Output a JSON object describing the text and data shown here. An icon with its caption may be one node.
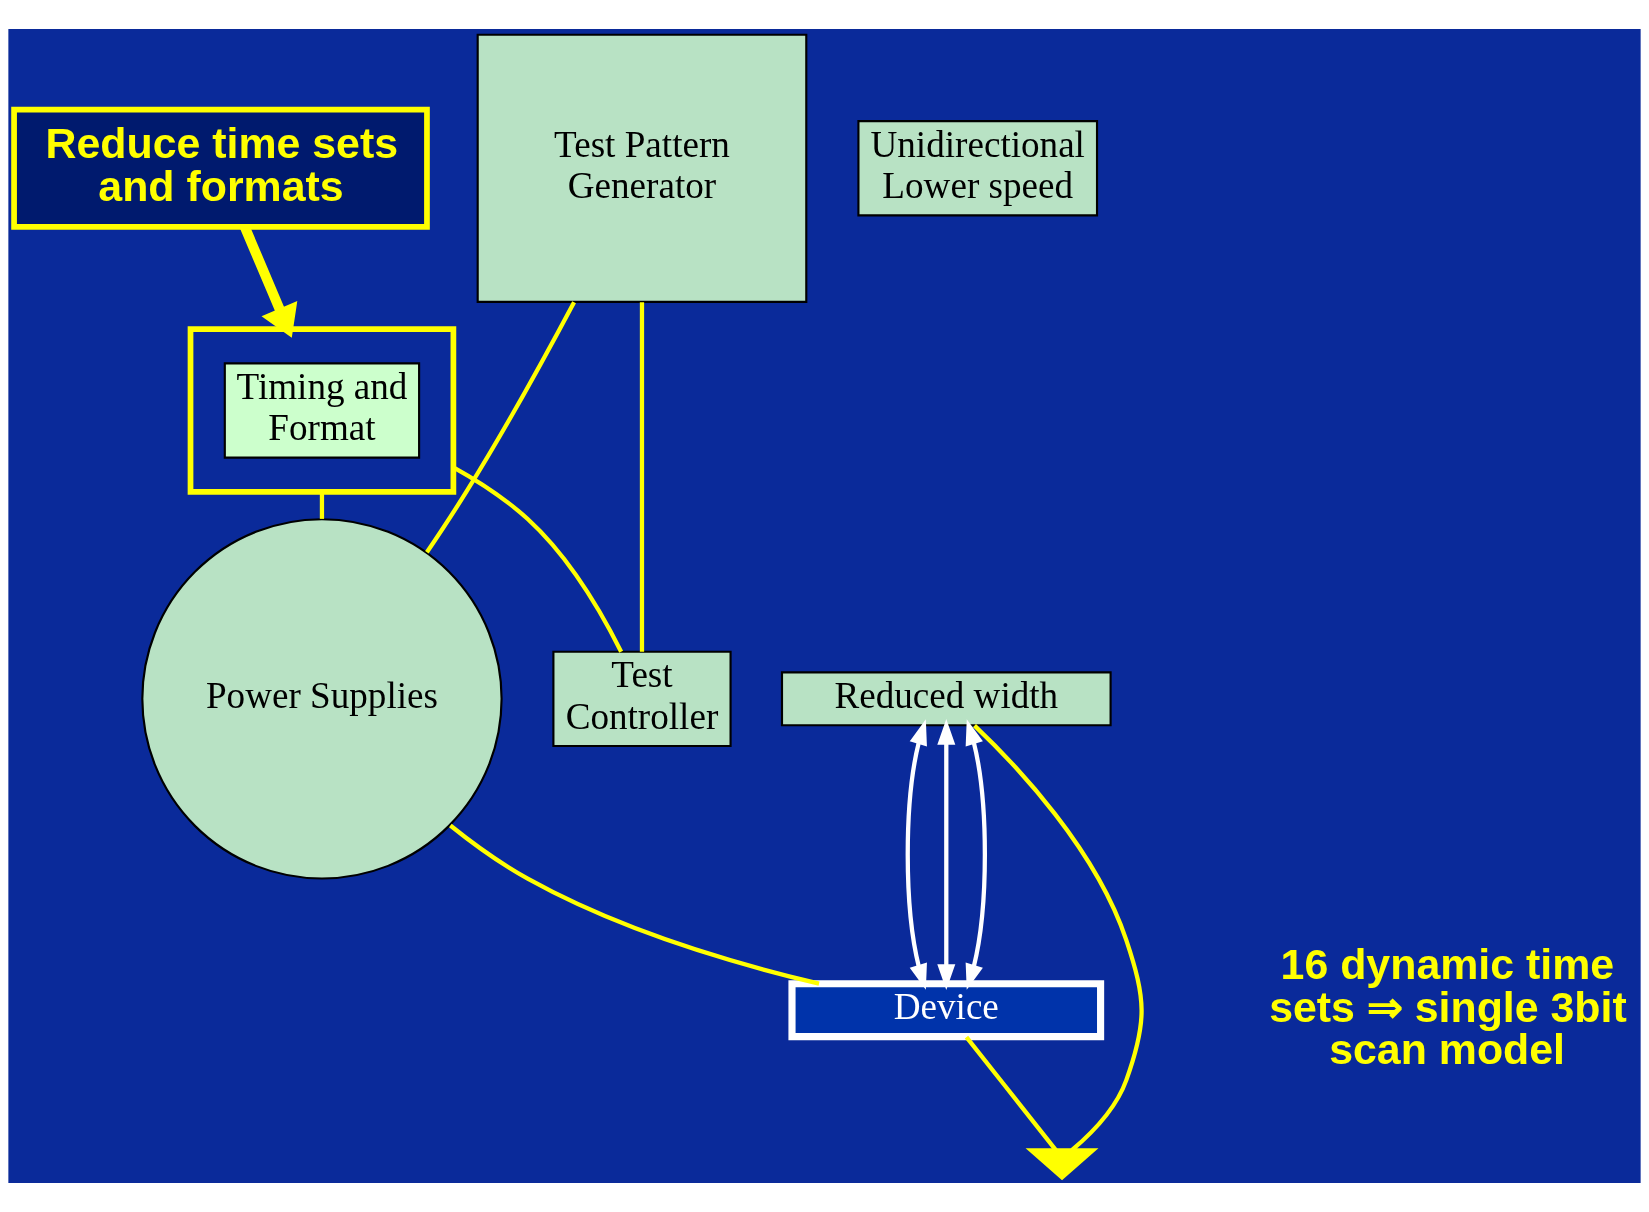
{
  "diagram": {
    "nodes": [
      {
        "text": [
          "Reduce time sets and formats"
        ]
      },
      {
        "text": [
          "Test Pattern Generator"
        ]
      },
      {
        "text": [
          "Test Controller"
        ]
      },
      {
        "text": [],
        "shape": "box"
      },
      {
        "text": [
          "Timing and Format"
        ],
        "in": 3
      },
      {
        "text": [
          "Power Supplies"
        ]
      },
      {
        "text": [
          "Unidirectional Lower speed"
        ]
      },
      {
        "text": [
          "Reduced width"
        ]
      },
      {
        "text": [
          "Device"
        ]
      },
      {
        "text": [],
        "shape": "picture"
      }
    ],
    "edges": [
      {
        "from": 0,
        "to": 3,
        "arrow": "to",
        "style": "thick"
      },
      {
        "from": 1,
        "to": 2,
        "arrow": "none"
      },
      {
        "from": 3,
        "to": 2,
        "arrow": "none"
      },
      {
        "from": 1,
        "to": 5,
        "arrow": "none"
      },
      {
        "from": 3,
        "to": 5,
        "arrow": "none"
      },
      {
        "from": 5,
        "to": 8,
        "arrow": "none"
      },
      {
        "from": 7,
        "to": 8,
        "arrow": "both",
        "color": "#ffffff"
      },
      {
        "from": 7,
        "to": 8,
        "arrow": "both",
        "color": "#ffffff"
      },
      {
        "from": 7,
        "to": 8,
        "arrow": "both",
        "color": "#ffffff"
      },
      {
        "from": 7,
        "to": 9,
        "arrow": "none"
      },
      {
        "from": 8,
        "to": 9,
        "arrow": "none"
      }
    ],
    "labels": [
      "16 dynamic time sets ⇒ single 3bit scan model"
    ]
  }
}
